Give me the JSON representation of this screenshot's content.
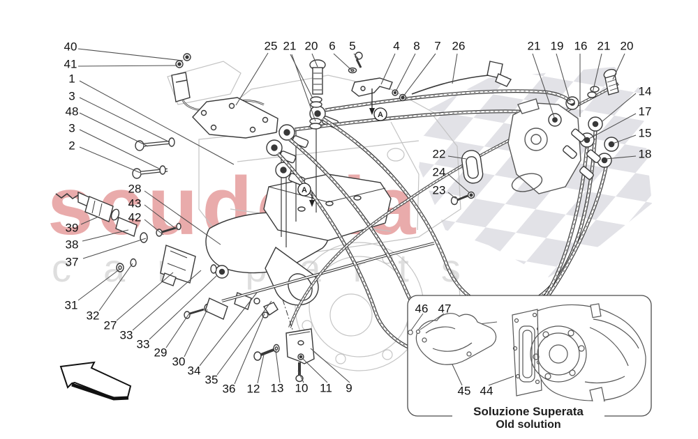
{
  "watermark": {
    "brand": "scuderia",
    "sub": "car parts",
    "brand_color": "#d55a5a",
    "sub_color": "#dedede"
  },
  "markers": {
    "detail": "A"
  },
  "inset": {
    "caption_it": "Soluzione Superata",
    "caption_en": "Old solution"
  },
  "callouts": [
    {
      "label": "40"
    },
    {
      "label": "41"
    },
    {
      "label": "1"
    },
    {
      "label": "3"
    },
    {
      "label": "48"
    },
    {
      "label": "3"
    },
    {
      "label": "2"
    },
    {
      "label": "39"
    },
    {
      "label": "38"
    },
    {
      "label": "37"
    },
    {
      "label": "28"
    },
    {
      "label": "43"
    },
    {
      "label": "42"
    },
    {
      "label": "31"
    },
    {
      "label": "32"
    },
    {
      "label": "27"
    },
    {
      "label": "33"
    },
    {
      "label": "33"
    },
    {
      "label": "29"
    },
    {
      "label": "30"
    },
    {
      "label": "34"
    },
    {
      "label": "35"
    },
    {
      "label": "36"
    },
    {
      "label": "12"
    },
    {
      "label": "13"
    },
    {
      "label": "10"
    },
    {
      "label": "11"
    },
    {
      "label": "9"
    },
    {
      "label": "25"
    },
    {
      "label": "21"
    },
    {
      "label": "20"
    },
    {
      "label": "6"
    },
    {
      "label": "5"
    },
    {
      "label": "4"
    },
    {
      "label": "8"
    },
    {
      "label": "7"
    },
    {
      "label": "26"
    },
    {
      "label": "21"
    },
    {
      "label": "19"
    },
    {
      "label": "16"
    },
    {
      "label": "21"
    },
    {
      "label": "20"
    },
    {
      "label": "14"
    },
    {
      "label": "17"
    },
    {
      "label": "15"
    },
    {
      "label": "18"
    },
    {
      "label": "22"
    },
    {
      "label": "24"
    },
    {
      "label": "23"
    },
    {
      "label": "46"
    },
    {
      "label": "47"
    },
    {
      "label": "45"
    },
    {
      "label": "44"
    }
  ]
}
